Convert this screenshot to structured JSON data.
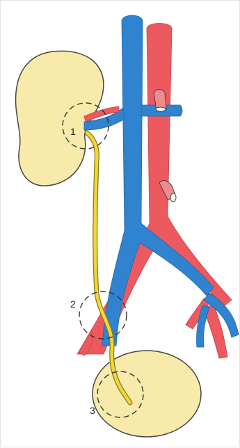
{
  "diagram": {
    "labels": [
      {
        "id": "1",
        "text": "1"
      },
      {
        "id": "2",
        "text": "2"
      },
      {
        "id": "3",
        "text": "3"
      }
    ],
    "colors": {
      "vein": "#2f83cf",
      "artery": "#ec5a5f",
      "artery_light": "#f08a8c",
      "organ_fill": "#f8eaaa",
      "organ_stroke": "#444444",
      "ureter": "#f2d63a",
      "ureter_edge": "#8a7a18",
      "marker_circle": "#333333"
    },
    "icons": [
      "kidney-shape",
      "bladder-shape",
      "aorta-shape",
      "vena-cava-shape",
      "ureter-line",
      "dashed-circle-marker"
    ]
  }
}
